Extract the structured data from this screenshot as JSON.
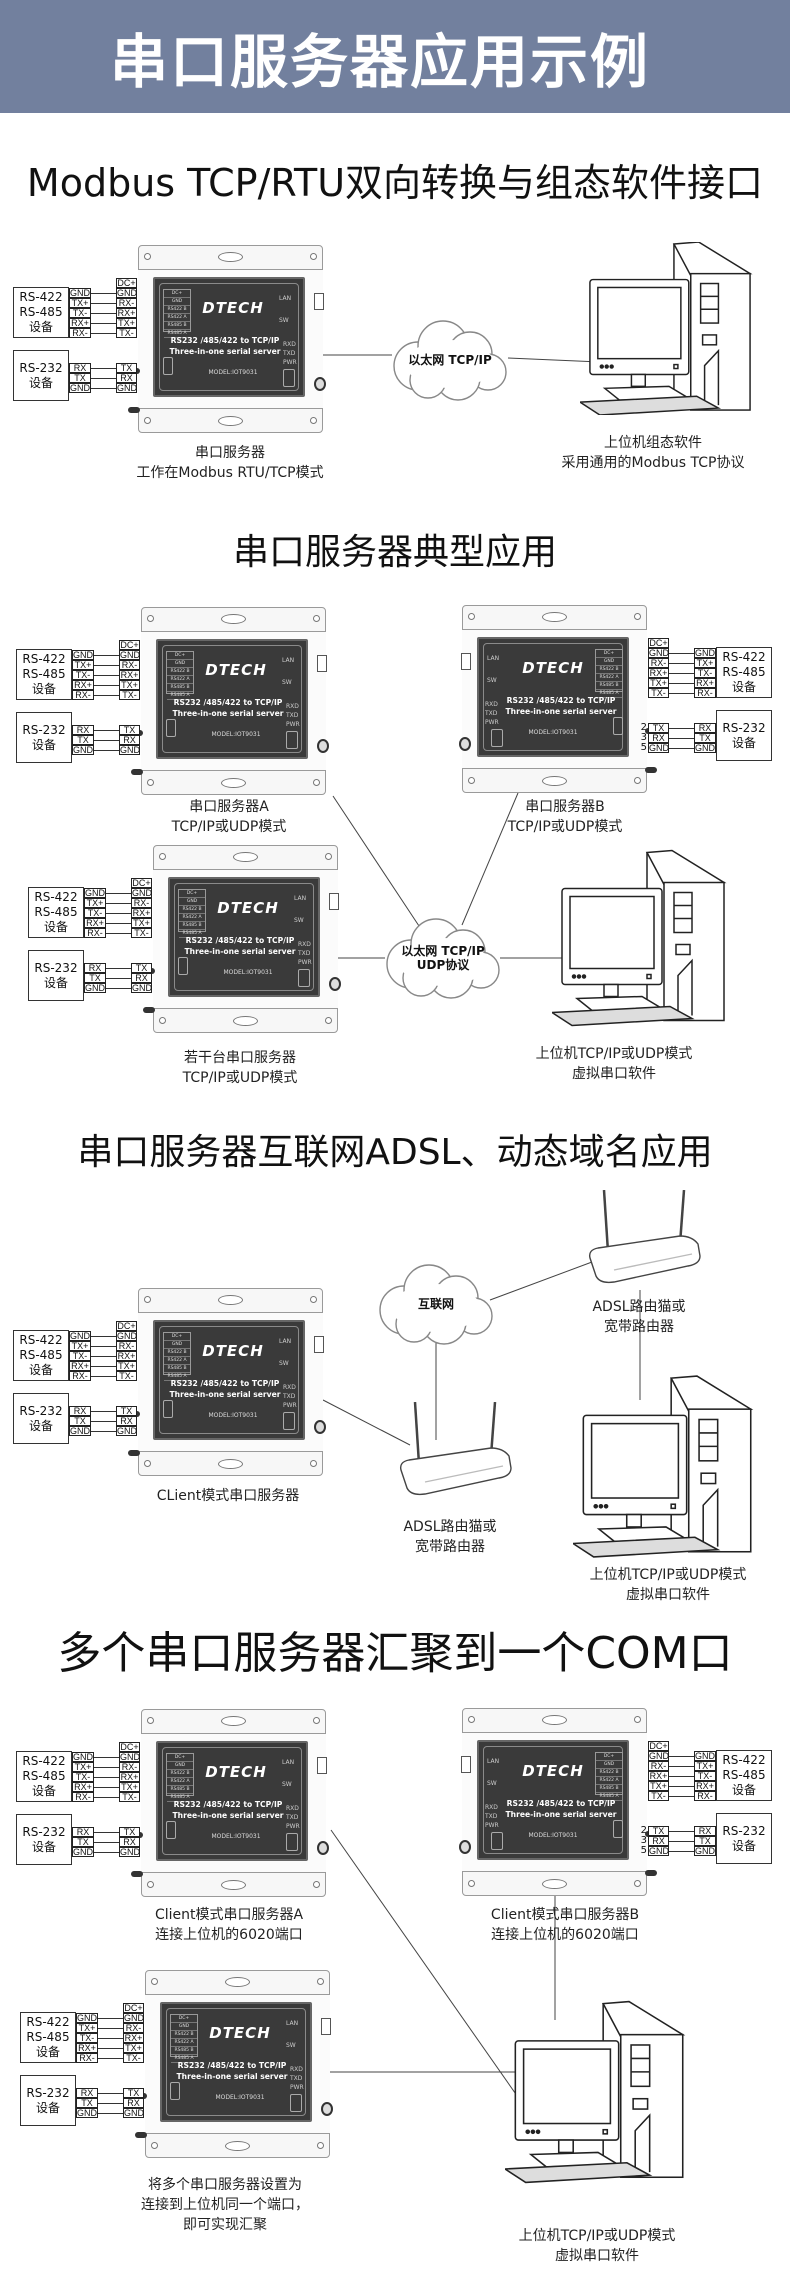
{
  "header": {
    "title": "串口服务器应用示例"
  },
  "device": {
    "brand": "DTECH",
    "line1": "RS232 /485/422 to TCP/IP",
    "line2": "Three-in-one serial server",
    "model": "MODEL:IOT9031",
    "leds": [
      "LAN",
      "SW"
    ],
    "status": [
      "RXD",
      "TXD",
      "PWR"
    ],
    "panel_terms": [
      "DC+",
      "GND",
      "RS422 B",
      "RS422 A",
      "RS485 B",
      "RS485 A"
    ],
    "dev_terms": [
      "DC+",
      "GND",
      "RX-",
      "RX+",
      "TX+",
      "TX-"
    ],
    "rs232_terms": [
      "TX",
      "RX",
      "GND"
    ],
    "ext485_terms": [
      "GND",
      "TX+",
      "TX-",
      "RX+",
      "RX-"
    ],
    "ext232_terms": [
      "RX",
      "TX",
      "GND"
    ],
    "ext485_label": [
      "RS-422",
      "RS-485",
      "设备"
    ],
    "ext232_label": [
      "RS-232",
      "设备"
    ],
    "pins": [
      "2",
      "3",
      "5"
    ]
  },
  "sections": [
    {
      "title": "Modbus TCP/RTU双向转换与组态软件接口",
      "device_caption": [
        "串口服务器",
        "工作在Modbus RTU/TCP模式"
      ],
      "cloud": [
        "以太网 TCP/IP"
      ],
      "pc_caption": [
        "上位机组态软件",
        "采用通用的Modbus TCP协议"
      ]
    },
    {
      "title": "串口服务器典型应用",
      "a_caption": [
        "串口服务器A",
        "TCP/IP或UDP模式"
      ],
      "b_caption": [
        "串口服务器B",
        "TCP/IP或UDP模式"
      ],
      "c_caption": [
        "若干台串口服务器",
        "TCP/IP或UDP模式"
      ],
      "cloud": [
        "以太网 TCP/IP",
        "UDP协议"
      ],
      "pc_caption": [
        "上位机TCP/IP或UDP模式",
        "虚拟串口软件"
      ]
    },
    {
      "title": "串口服务器互联网ADSL、动态域名应用",
      "device_caption": [
        "CLient模式串口服务器"
      ],
      "cloud": [
        "互联网"
      ],
      "router_top_caption": [
        "ADSL路由猫或",
        "宽带路由器"
      ],
      "router_bottom_caption": [
        "ADSL路由猫或",
        "宽带路由器"
      ],
      "pc_caption": [
        "上位机TCP/IP或UDP模式",
        "虚拟串口软件"
      ]
    },
    {
      "title": "多个串口服务器汇聚到一个COM口",
      "a_caption": [
        "Client模式串口服务器A",
        "连接上位机的6020端口"
      ],
      "b_caption": [
        "Client模式串口服务器B",
        "连接上位机的6020端口"
      ],
      "c_caption": [
        "将多个串口服务器设置为",
        "连接到上位机同一个端口，",
        "即可实现汇聚"
      ],
      "pc_caption": [
        "上位机TCP/IP或UDP模式",
        "虚拟串口软件"
      ]
    }
  ]
}
